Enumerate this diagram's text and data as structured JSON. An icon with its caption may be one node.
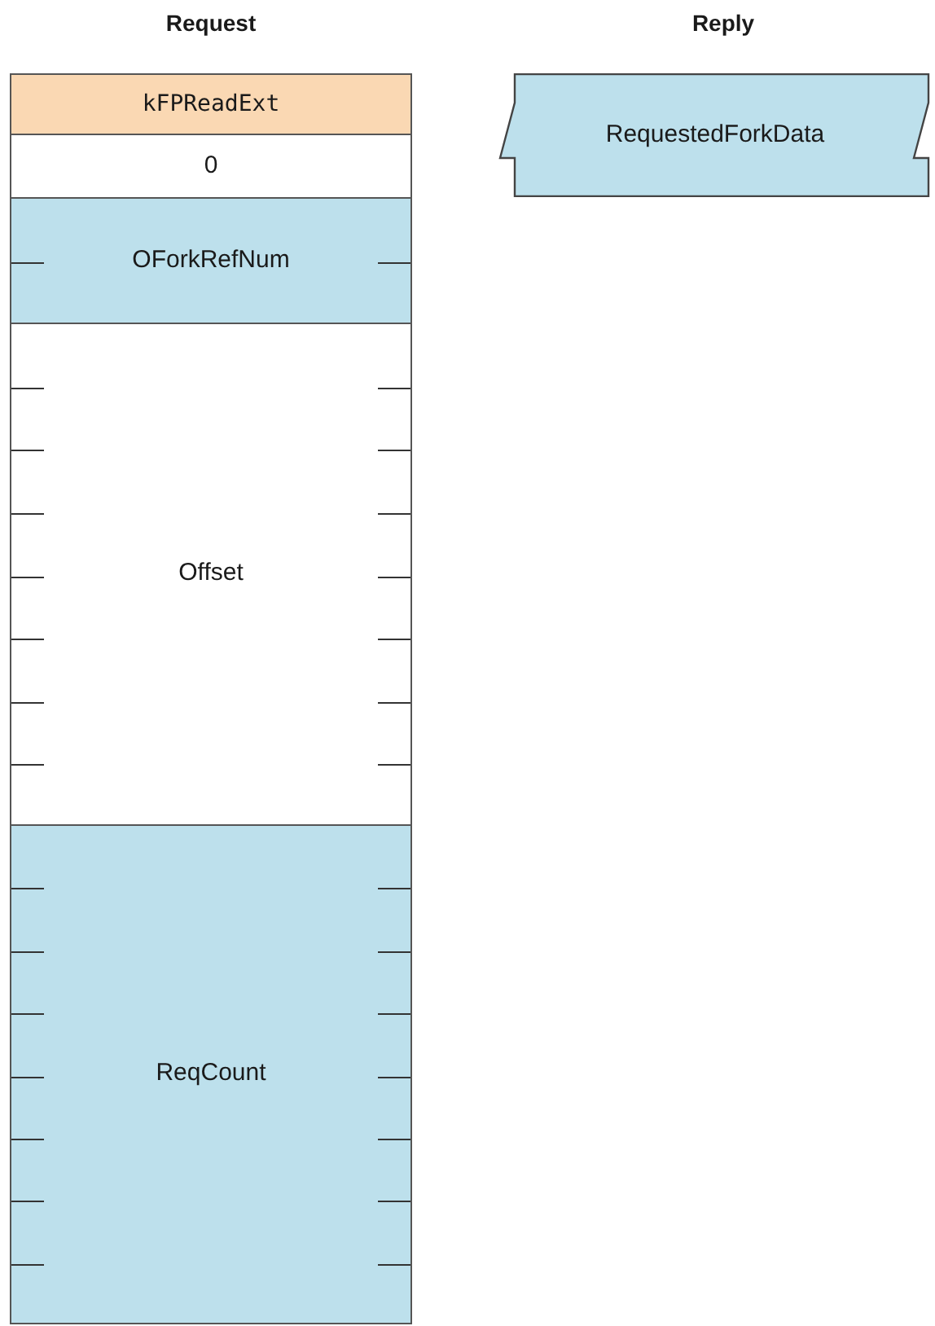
{
  "diagram": {
    "nodes": [
      {
        "text": [
          "kFPReadExt"
        ]
      },
      {
        "text": [
          "0"
        ]
      },
      {
        "text": [
          "OForkRefNum"
        ]
      },
      {
        "text": [
          "Offset"
        ]
      },
      {
        "text": [
          "ReqCount"
        ]
      },
      {
        "text": [
          "RequestedForkData"
        ]
      }
    ],
    "labels": [
      "Request",
      "Reply"
    ]
  }
}
